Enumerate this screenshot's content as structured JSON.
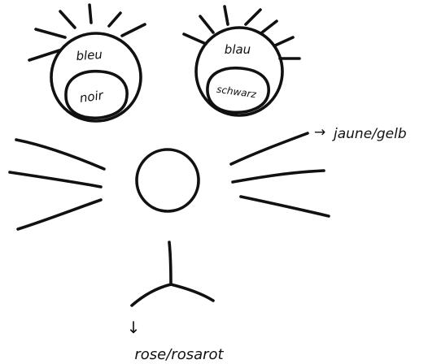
{
  "labels": {
    "left_eye_outer": "bleu",
    "left_eye_pupil": "noir",
    "right_eye_outer": "blau",
    "right_eye_pupil": "schwarz",
    "whiskers_arrow": "→",
    "whiskers": "jaune/gelb",
    "mouth_arrow": "↓",
    "mouth": "rose/rosarot"
  }
}
